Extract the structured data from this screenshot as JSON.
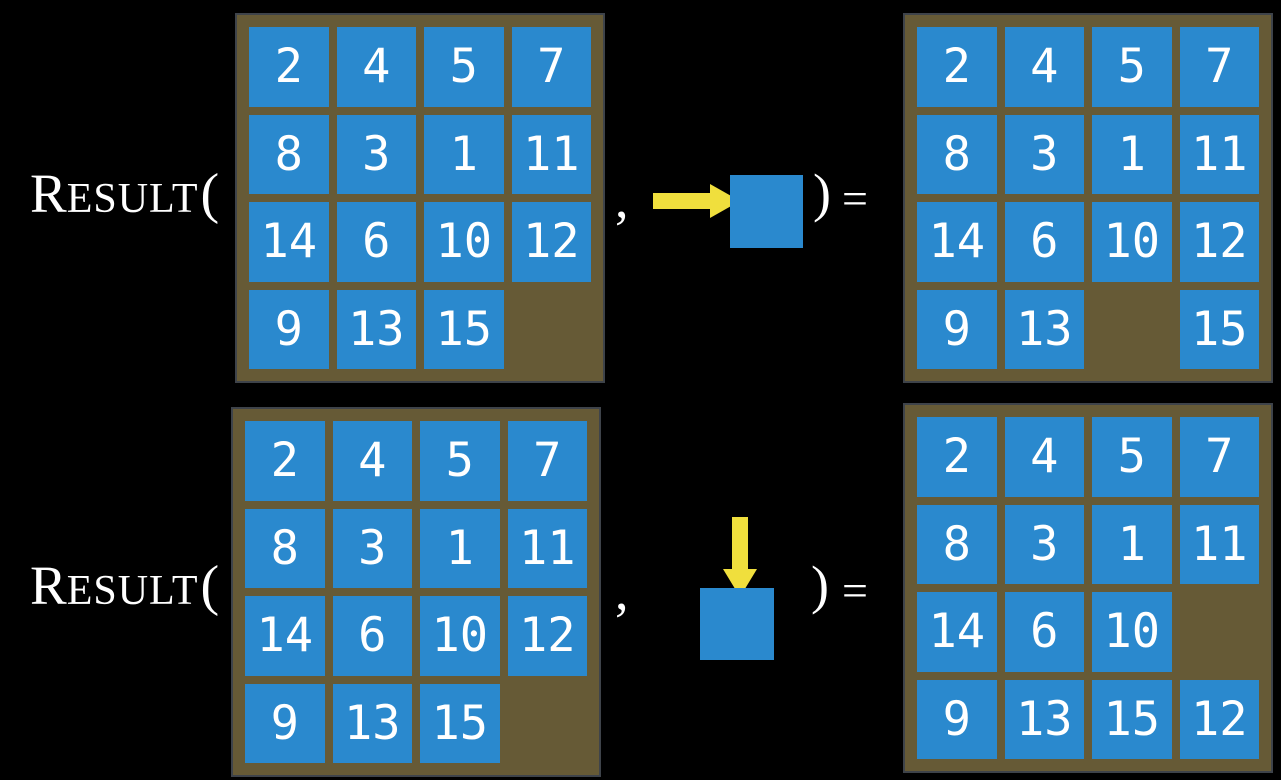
{
  "colors": {
    "background": "#000000",
    "board_face": "#665A36",
    "board_outline": "#3E434A",
    "tile_fill": "#2A89CE",
    "tile_number": "#FFFFFF",
    "arrow_fill": "#F0DF3D",
    "text": "#FFFFFF"
  },
  "rows": [
    {
      "function_name": {
        "cap": "R",
        "rest": "ESULT",
        "open_paren": "("
      },
      "separator_comma": ",",
      "action": {
        "direction": "right",
        "icon": "move-right-arrow"
      },
      "close_paren": ")",
      "equals_sign": "=",
      "input_board": {
        "grid": [
          [
            2,
            4,
            5,
            7
          ],
          [
            8,
            3,
            1,
            11
          ],
          [
            14,
            6,
            10,
            12
          ],
          [
            9,
            13,
            15,
            null
          ]
        ]
      },
      "output_board": {
        "grid": [
          [
            2,
            4,
            5,
            7
          ],
          [
            8,
            3,
            1,
            11
          ],
          [
            14,
            6,
            10,
            12
          ],
          [
            9,
            13,
            null,
            15
          ]
        ]
      }
    },
    {
      "function_name": {
        "cap": "R",
        "rest": "ESULT",
        "open_paren": "("
      },
      "separator_comma": ",",
      "action": {
        "direction": "down",
        "icon": "move-down-arrow"
      },
      "close_paren": ")",
      "equals_sign": "=",
      "input_board": {
        "grid": [
          [
            2,
            4,
            5,
            7
          ],
          [
            8,
            3,
            1,
            11
          ],
          [
            14,
            6,
            10,
            12
          ],
          [
            9,
            13,
            15,
            null
          ]
        ]
      },
      "output_board": {
        "grid": [
          [
            2,
            4,
            5,
            7
          ],
          [
            8,
            3,
            1,
            11
          ],
          [
            14,
            6,
            10,
            null
          ],
          [
            9,
            13,
            15,
            12
          ]
        ]
      }
    }
  ]
}
